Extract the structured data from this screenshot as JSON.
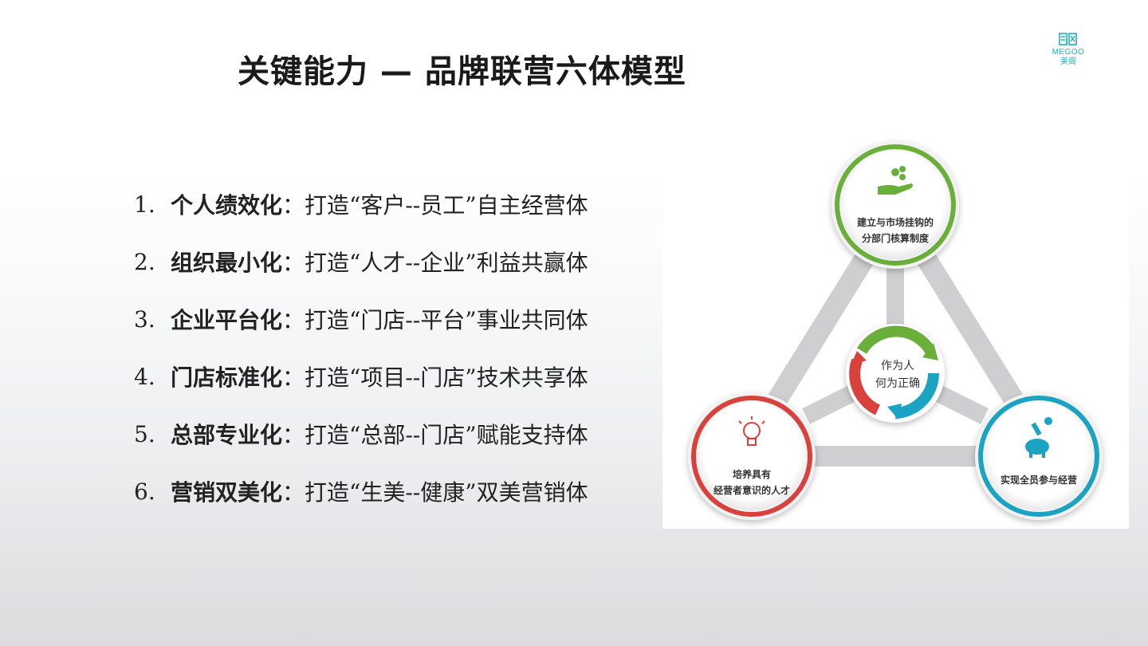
{
  "title": "关键能力 — 品牌联营六体模型",
  "logo": {
    "brand": "MEGOO",
    "cn": "美阁"
  },
  "items": [
    {
      "num": "1.",
      "head": "个人绩效化",
      "colon": "：",
      "body": "打造“客户--员工”自主经营体"
    },
    {
      "num": "2.",
      "head": "组织最小化",
      "colon": "：",
      "body": "打造“人才--企业”利益共赢体"
    },
    {
      "num": "3.",
      "head": "企业平台化",
      "colon": "：",
      "body": "打造“门店--平台”事业共同体"
    },
    {
      "num": "4.",
      "head": "门店标准化",
      "colon": "：",
      "body": "打造“项目--门店”技术共享体"
    },
    {
      "num": "5.",
      "head": "总部专业化",
      "colon": "：",
      "body": "打造“总部--门店”赋能支持体"
    },
    {
      "num": "6.",
      "head": "营销双美化",
      "colon": "：",
      "body": "打造“生美--健康”双美营销体"
    }
  ],
  "diagram": {
    "top": {
      "line1": "建立与市场挂钩的",
      "line2": "分部门核算制度",
      "color": "#6aaf3a",
      "icon": "gears-hand-icon"
    },
    "left": {
      "line1": "培养具有",
      "line2": "经营者意识的人才",
      "color": "#d9413c",
      "icon": "lightbulb-icon"
    },
    "right": {
      "line1": "实现全员参与经营",
      "color": "#1aa3c2",
      "icon": "piggy-bank-icon"
    },
    "center": {
      "line1": "作为人",
      "line2": "何为正确"
    }
  }
}
